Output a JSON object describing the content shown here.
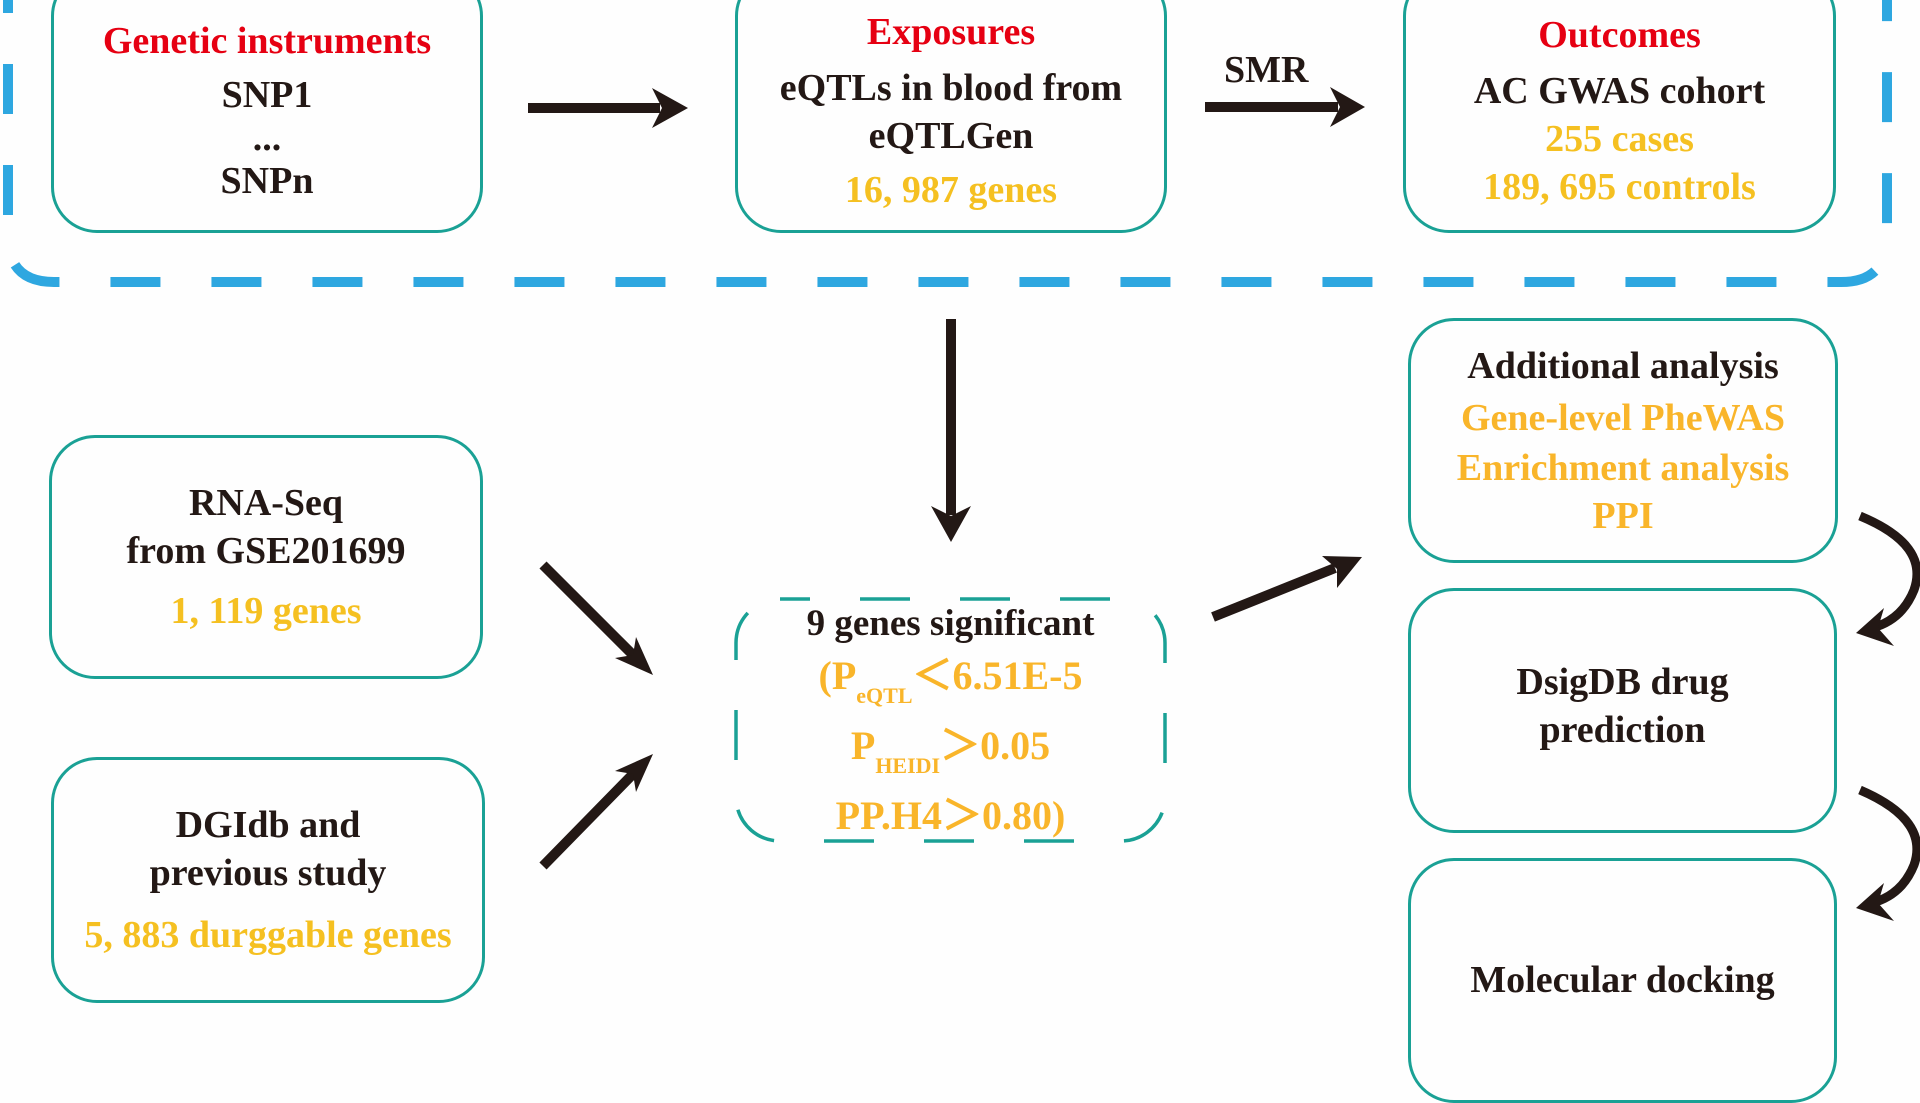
{
  "colors": {
    "box_border": "#1aa195",
    "frame_dashed": "#2ea7e0",
    "heading_red": "#e60012",
    "highlight_yellow": "#f5c021",
    "text_dark": "#231815"
  },
  "top_row": {
    "instruments": {
      "title": "Genetic instruments",
      "lines": [
        "SNP1",
        "...",
        "SNPn"
      ]
    },
    "exposures": {
      "title": "Exposures",
      "lines": [
        "eQTLs in blood from",
        "eQTLGen"
      ],
      "count": "16, 987 genes"
    },
    "outcomes": {
      "title": "Outcomes",
      "lines": [
        "AC GWAS cohort"
      ],
      "cases": "255 cases",
      "controls": "189, 695 controls"
    },
    "smr_label": "SMR"
  },
  "left_inputs": {
    "rnaseq": {
      "lines": [
        "RNA-Seq",
        "from GSE201699"
      ],
      "count": "1, 119 genes"
    },
    "dgidb": {
      "lines": [
        "DGIdb and",
        "previous study"
      ],
      "count": "5, 883 durggable genes"
    }
  },
  "center": {
    "title": "9 genes significant",
    "criteria": [
      {
        "prefix": "(P",
        "sub": "eQTL",
        "rest": "＜6.51E-5"
      },
      {
        "prefix": "P",
        "sub": "HEIDI",
        "rest": "＞0.05"
      },
      {
        "prefix": "PP.H4",
        "sub": "",
        "rest": "＞0.80)"
      }
    ]
  },
  "right_column": {
    "additional": {
      "title": "Additional analysis",
      "items": [
        "Gene-level PheWAS",
        "Enrichment analysis",
        "PPI"
      ]
    },
    "dsigdb": {
      "lines": [
        "DsigDB drug",
        "prediction"
      ]
    },
    "docking": {
      "lines": [
        "Molecular docking"
      ]
    }
  }
}
